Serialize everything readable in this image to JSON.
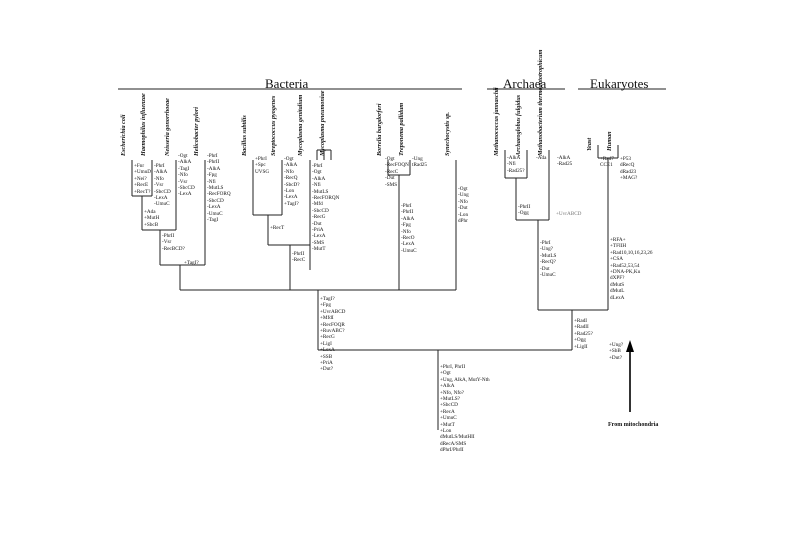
{
  "domains": {
    "bacteria": "Bacteria",
    "archaea": "Archaea",
    "eukaryotes": "Eukaryotes"
  },
  "species": [
    [
      "Escherichia",
      "coli"
    ],
    [
      "Haemophilus",
      "influenzae"
    ],
    [
      "Neisseria",
      "gonorrhoeae"
    ],
    [
      "Helicobacter",
      "pylori"
    ],
    [
      "Bacillus",
      "subtilis"
    ],
    [
      "Streptococcus",
      "pyogenes"
    ],
    [
      "Mycoplasma",
      "genitalium"
    ],
    [
      "Mycoplasma",
      "pneumoniae"
    ],
    [
      "Borrelia",
      "burgdorferi"
    ],
    [
      "Treponema",
      "pallidum"
    ],
    [
      "Synechocystis",
      "sp."
    ],
    [
      "Methanococcus",
      "jannaschii"
    ],
    [
      "Archaeoglobus",
      "fulgidus"
    ],
    [
      "Methanobacterium",
      "thermoautotrophicum"
    ],
    [
      "Yeast",
      ""
    ],
    [
      "Human",
      ""
    ]
  ],
  "gene_lists": {
    "ecoli": [
      "+Fnr",
      "+UmuD",
      "+Nei?",
      "+RecE",
      "+RecT?"
    ],
    "hinf": [
      "-PhrI",
      "-AlkA",
      "-Nfo",
      "-Vsr",
      "-SbcCD",
      "-LexA",
      "-UmuC"
    ],
    "ngon": [
      "-Ogt",
      "-AlkA",
      "-TagI",
      "-Nfo",
      "-Vsr",
      "-SbcCD",
      "-LexA"
    ],
    "hpyl": [
      "-PhrI",
      "-PhrII",
      "-AlkA",
      "-Fpg",
      "-Nfi",
      "-MutLS",
      "-RecFORQ",
      "-SbcCD",
      "-LexA",
      "-UmuC",
      "-TagI"
    ],
    "ecoli_hinf": [
      "+Ada",
      "+MutH",
      "+SbcB"
    ],
    "proteo": [
      "-PhrII",
      "-Vsr",
      "-RecBCD?"
    ],
    "proteo_root": [
      "+TagI?"
    ],
    "bsub": [
      "+PhrI",
      "+Spc",
      "UVSG"
    ],
    "spyo": [
      "-Ogt",
      "-AlkA",
      "-Nfo",
      "-RecQ",
      "-SbcD?",
      "-Lon",
      "-LexA",
      "+TagI?"
    ],
    "mgen": [
      "-PhrI",
      "-Ogt",
      "-AlkA",
      "-Nfi",
      "-MutLS",
      "-RecFORQN",
      "-Mfd",
      "-SbcCD",
      "-RecG",
      "-Dut",
      "-PriA",
      "-LexA",
      "-SMS",
      "-MutT"
    ],
    "gramp": [
      "+RecT"
    ],
    "gramp_root": [
      "-PhrII",
      "-RecC"
    ],
    "bbur": [
      "-Ogt",
      "-RecFOQN",
      "-RecC",
      "-Dut",
      "-SMS"
    ],
    "tpal": [
      "-Ung",
      "tRad25"
    ],
    "spiro": [
      "-PhrI",
      "-PhrII",
      "-AlkA",
      "-Fpg",
      "-Nfo",
      "-RecO",
      "-LexA",
      "-UmuC"
    ],
    "syn": [
      "-Ogt",
      "-Ung",
      "-Nfo",
      "-Dut",
      "-Lon",
      "dPhr"
    ],
    "bact_root": [
      "+TagI?",
      "+Fpg",
      "+UvrABCD",
      "+MfdI",
      "+RecFOQR",
      "+RuvABC?",
      "+RecG",
      "+LigI",
      "+LexA",
      "+SSB",
      "+PriA",
      "+Dut?"
    ],
    "mjan": [
      "-AlkA",
      "-Nfi",
      "-Rad25?"
    ],
    "afulg": [
      "-Ada"
    ],
    "mthermo": [
      "-AlkA",
      "-Rad25"
    ],
    "arch_pair": [
      "-PhrII",
      "-Ogg"
    ],
    "uvr": [
      "+UvrABCD"
    ],
    "arch_root": [
      "-PhrI",
      "-Ung?",
      "-MutLS",
      "-RecQ?",
      "-Dut",
      "-UmuC"
    ],
    "yeast": [
      "+Rad7",
      "CCE1"
    ],
    "human": [
      "+P53",
      "dRecQ",
      "dRad23",
      "+MAG?"
    ],
    "euk_root": [
      "+RFA+",
      "+TFIIH",
      "+Rad10,10,16,23,26",
      "+CSA",
      "+Rad52,53,54",
      "+DNA-PK,Ku",
      "dXPF?",
      "dMutS",
      "dMutL",
      "dLexA"
    ],
    "mito": [
      "+Ung?",
      "+SbB",
      "+Dut?"
    ],
    "ae_root": [
      "+RadI",
      "+RadII",
      "+Rad25?",
      "+Ogg",
      "+LigII"
    ],
    "luca": [
      "+PhrI, PhrII",
      "+Ogt",
      "+Ung, AlkA, MutY-Nth",
      "+AlkA",
      "+Nfo, Nfo?",
      "+MutLS?",
      "+SbcCD",
      "+RecA",
      "+UmuC",
      "+MutT",
      "+Lon",
      "dMutLS/MutHII",
      "dRecA/SMS",
      "dPhrI/PhrII"
    ]
  },
  "mito_label": "From mitochondria"
}
